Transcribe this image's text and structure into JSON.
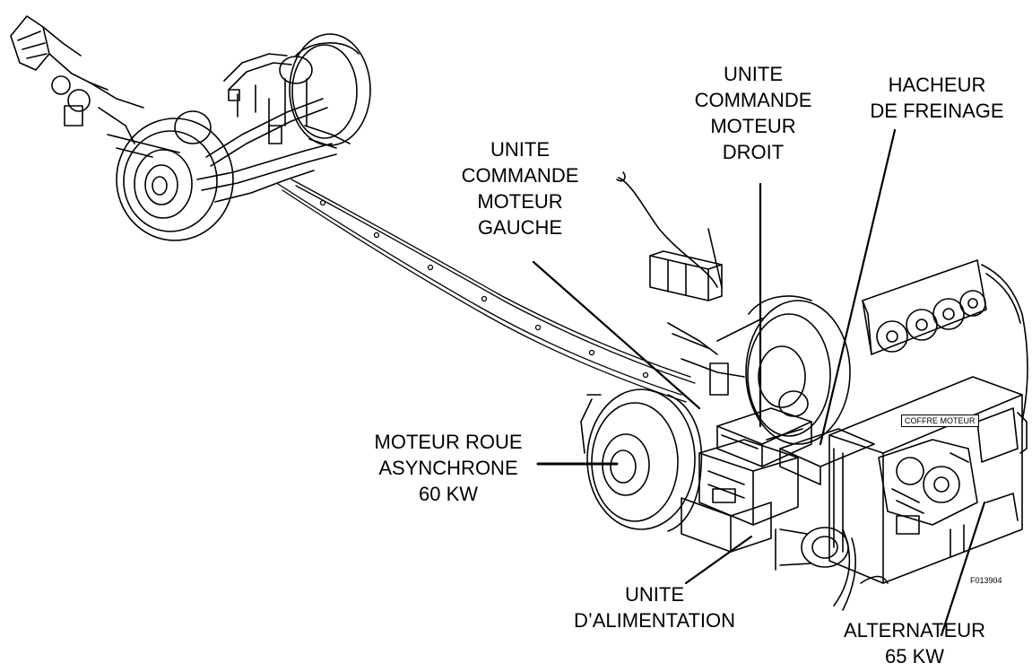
{
  "figure_ref": "F013904",
  "plate_text": "COFFRE MOTEUR",
  "labels": {
    "moteur_roue": [
      "MOTEUR ROUE",
      "ASYNCHRONE",
      "60 KW"
    ],
    "ucm_gauche": [
      "UNITE",
      "COMMANDE",
      "MOTEUR",
      "GAUCHE"
    ],
    "ucm_droit": [
      "UNITE",
      "COMMANDE",
      "MOTEUR",
      "DROIT"
    ],
    "hacheur": [
      "HACHEUR",
      "DE FREINAGE"
    ],
    "alimentation": [
      "UNITE",
      "D’ALIMENTATION"
    ],
    "alternateur": [
      "ALTERNATEUR",
      "65 KW"
    ]
  }
}
